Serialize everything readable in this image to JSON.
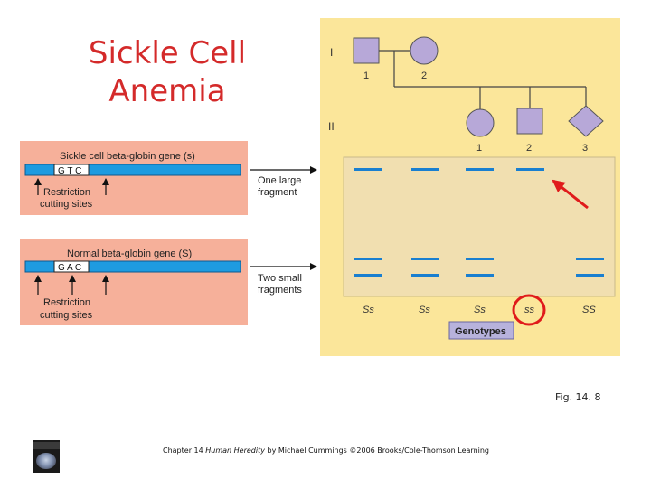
{
  "title": {
    "line1": "Sickle Cell",
    "line2": "Anemia"
  },
  "sickle_panel": {
    "gene_label": "Sickle cell beta-globin gene (s)",
    "codon": "G T C",
    "sites_label_1": "Restriction",
    "sites_label_2": "cutting sites",
    "result_line1": "One large",
    "result_line2": "fragment"
  },
  "normal_panel": {
    "gene_label": "Normal beta-globin gene (S)",
    "codon": "G A C",
    "sites_label_1": "Restriction",
    "sites_label_2": "cutting sites",
    "result_line1": "Two small",
    "result_line2": "fragments"
  },
  "pedigree": {
    "generation_1": "I",
    "generation_2": "II",
    "gen1_numbers": [
      "1",
      "2"
    ],
    "gen2_numbers": [
      "1",
      "2",
      "3"
    ]
  },
  "gel": {
    "genotypes": [
      "Ss",
      "Ss",
      "Ss",
      "ss",
      "SS"
    ],
    "genotypes_label": "Genotypes"
  },
  "figure_number": "Fig. 14. 8",
  "credit": {
    "prefix": "Chapter 14",
    "book": "Human Heredity",
    "suffix": "by Michael Cummings ©2006 Brooks/Cole-Thomson Learning"
  },
  "colors": {
    "title": "#d42a2a",
    "panel_salmon": "#f6b09a",
    "panel_yellow": "#fbe69a",
    "gel": "#f1dfb0",
    "gene_bar": "#1e9be0",
    "band": "#1a7fd0",
    "genotypes_box": "#b7b2dc",
    "pedigree_fill": "#b7a8d8",
    "arrow_red": "#e01b1b"
  }
}
